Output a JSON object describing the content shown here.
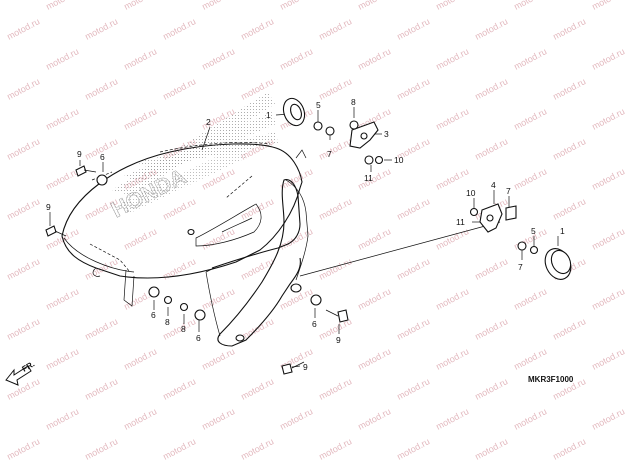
{
  "diagram": {
    "code": "MKR3F1000",
    "direction_label": "FR.",
    "brand_logo": "HONDA",
    "watermark_text": "motod.ru",
    "callouts": [
      {
        "id": "c1a",
        "label": "1"
      },
      {
        "id": "c1b",
        "label": "1"
      },
      {
        "id": "c2",
        "label": "2"
      },
      {
        "id": "c3",
        "label": "3"
      },
      {
        "id": "c4",
        "label": "4"
      },
      {
        "id": "c5a",
        "label": "5"
      },
      {
        "id": "c5b",
        "label": "5"
      },
      {
        "id": "c6a",
        "label": "6"
      },
      {
        "id": "c6b",
        "label": "6"
      },
      {
        "id": "c6c",
        "label": "6"
      },
      {
        "id": "c6d",
        "label": "6"
      },
      {
        "id": "c7a",
        "label": "7"
      },
      {
        "id": "c7b",
        "label": "7"
      },
      {
        "id": "c8a",
        "label": "8"
      },
      {
        "id": "c8b",
        "label": "8"
      },
      {
        "id": "c8c",
        "label": "8"
      },
      {
        "id": "c9a",
        "label": "9"
      },
      {
        "id": "c9b",
        "label": "9"
      },
      {
        "id": "c9c",
        "label": "9"
      },
      {
        "id": "c9d",
        "label": "9"
      },
      {
        "id": "c10a",
        "label": "10"
      },
      {
        "id": "c10b",
        "label": "10"
      },
      {
        "id": "c11a",
        "label": "11"
      },
      {
        "id": "c11b",
        "label": "11"
      }
    ]
  }
}
